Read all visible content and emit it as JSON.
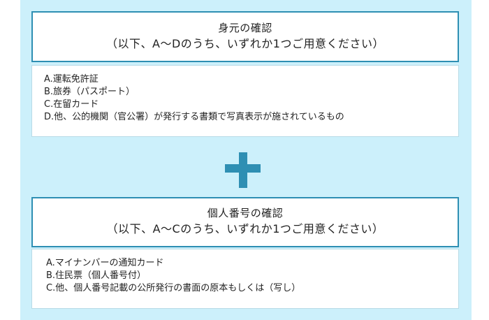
{
  "identity": {
    "title": "身元の確認",
    "subtitle": "（以下、A～Dのうち、いずれか1つご用意ください）",
    "items": [
      "A.運転免許証",
      "B.旅券（パスポート）",
      "C.在留カード",
      "D.他、公的機関（官公署）が発行する書類で写真表示が施されているもの"
    ]
  },
  "plus_icon": "plus-icon",
  "number": {
    "title": "個人番号の確認",
    "subtitle": "（以下、A～Cのうち、いずれか1つご用意ください）",
    "items": [
      "A.マイナンバーの通知カード",
      "B.住民票（個人番号付）",
      "C.他、個人番号記載の公所発行の書面の原本もしくは（写し）"
    ]
  },
  "colors": {
    "panel_background": "#ccf0fb",
    "accent": "#2e8fb3",
    "box_border": "#b9dbe6"
  }
}
